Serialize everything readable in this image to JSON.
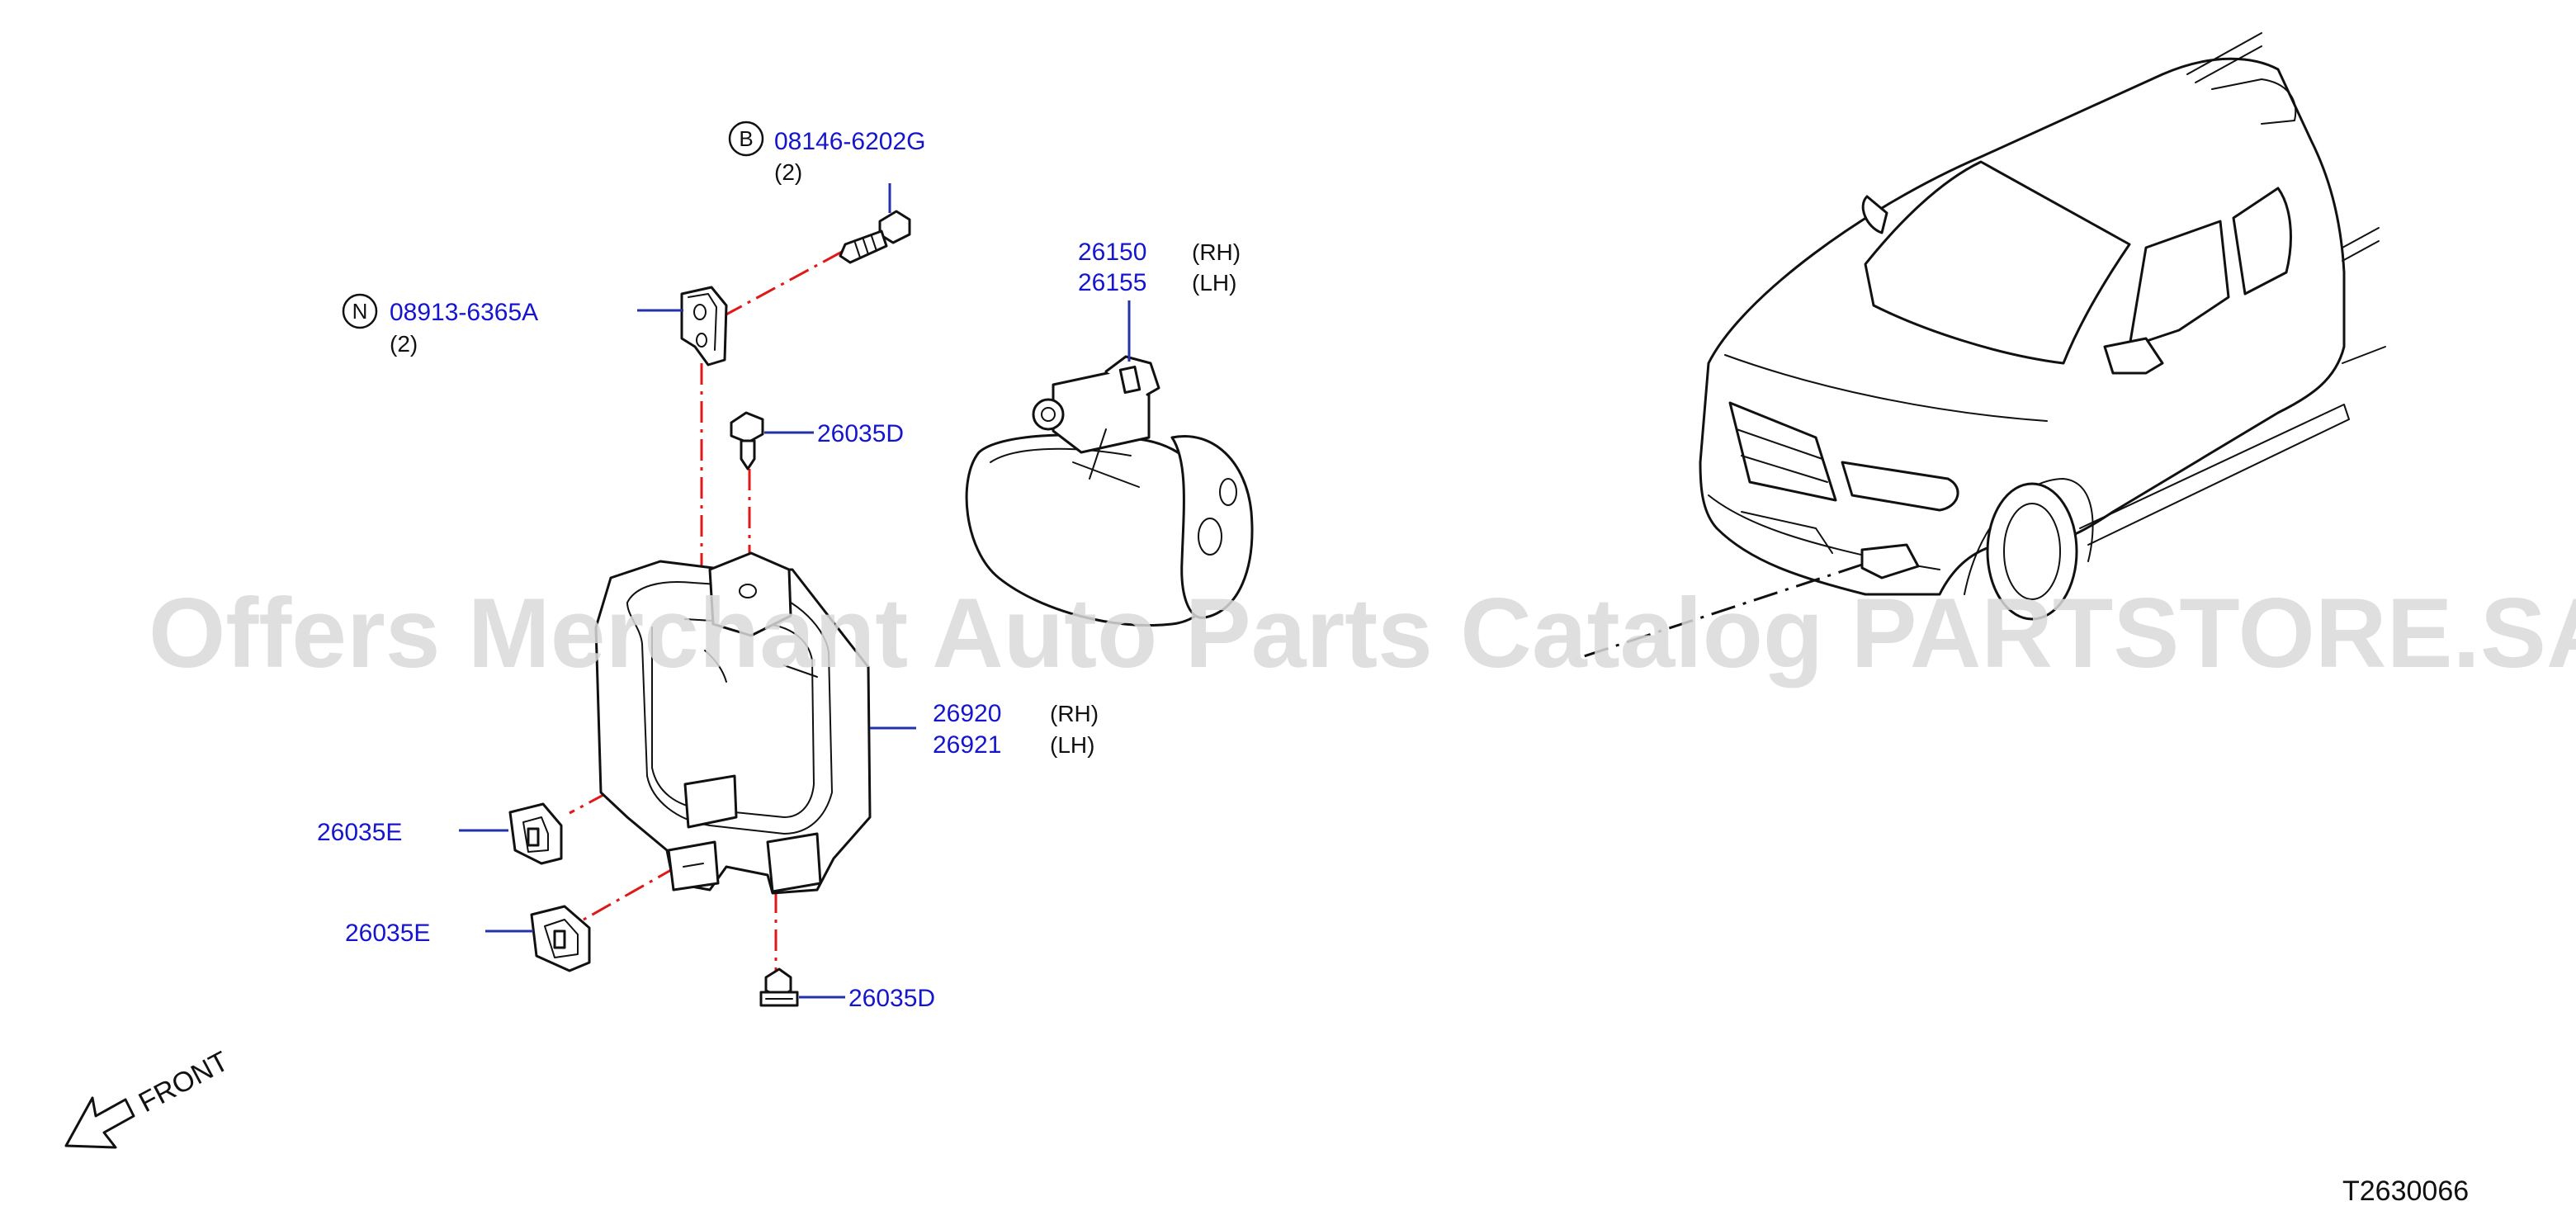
{
  "diagram": {
    "id": "T2630066",
    "front_label": "FRONT",
    "watermark": "Offers Merchant Auto Parts Catalog PARTSTORE.SA"
  },
  "callouts": {
    "bolt": {
      "badge": "B",
      "part": "08146-6202G",
      "qty": "(2)"
    },
    "nut": {
      "badge": "N",
      "part": "08913-6365A",
      "qty": "(2)"
    },
    "fog_lamp": {
      "part_rh": "26150",
      "side_rh": "(RH)",
      "part_lh": "26155",
      "side_lh": "(LH)"
    },
    "bracket": {
      "part_rh": "26920",
      "side_rh": "(RH)",
      "part_lh": "26921",
      "side_lh": "(LH)"
    },
    "clip_top": {
      "part": "26035D"
    },
    "clip_bottom": {
      "part": "26035D"
    },
    "clip_e_upper": {
      "part": "26035E"
    },
    "clip_e_lower": {
      "part": "26035E"
    }
  },
  "colors": {
    "part_number": "#1515d0",
    "leader_line": "#2233aa",
    "assembly_guide": "#e01818",
    "outline": "#111111",
    "watermark": "#d9d9d9"
  }
}
